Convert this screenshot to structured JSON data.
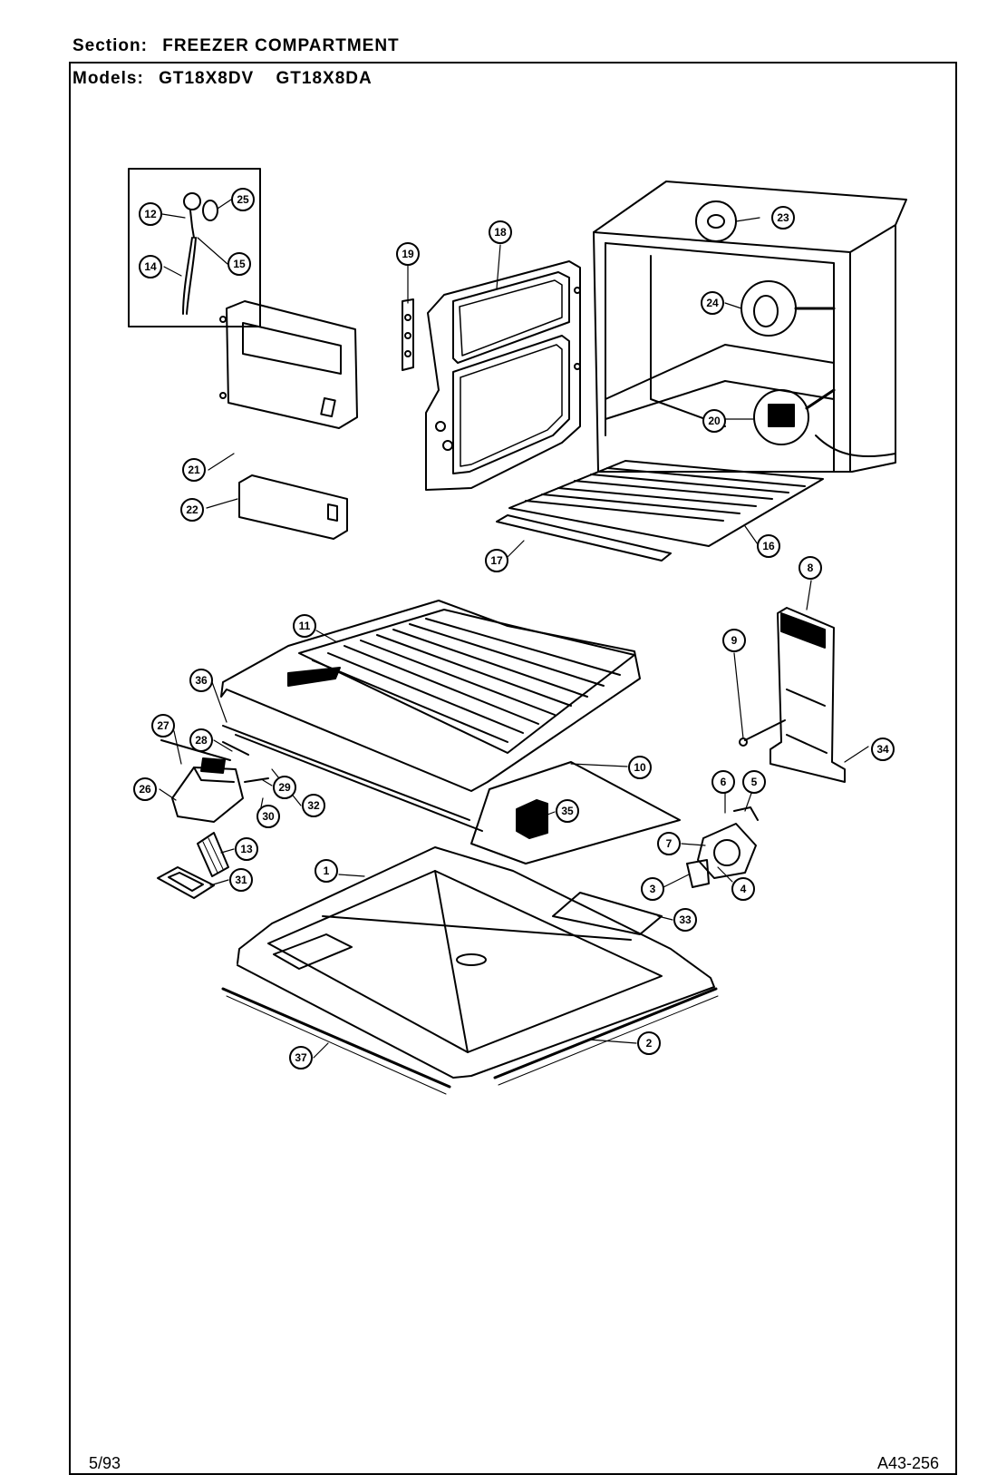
{
  "header": {
    "section_label": "Section:",
    "section_value": "FREEZER COMPARTMENT",
    "models_label": "Models:",
    "models": [
      "GT18X8DV",
      "GT18X8DA"
    ]
  },
  "footer": {
    "date": "5/93",
    "code": "A43-256"
  },
  "callouts": [
    "1",
    "2",
    "3",
    "4",
    "5",
    "6",
    "7",
    "8",
    "9",
    "10",
    "11",
    "12",
    "13",
    "14",
    "15",
    "16",
    "17",
    "18",
    "19",
    "20",
    "21",
    "22",
    "23",
    "24",
    "25",
    "26",
    "27",
    "28",
    "29",
    "30",
    "31",
    "32",
    "33",
    "34",
    "35",
    "36",
    "37"
  ]
}
